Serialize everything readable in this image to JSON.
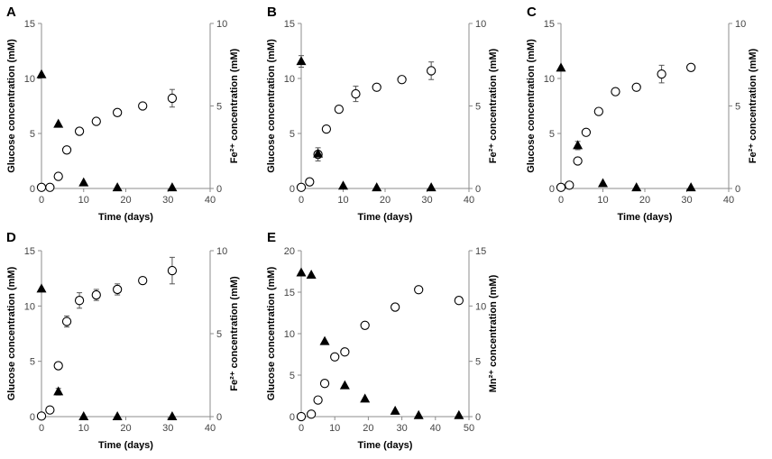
{
  "chart_data": [
    {
      "panel": "A",
      "type": "scatter",
      "xlabel": "Time (days)",
      "ylabel_left": "Glucose concentration (mM)",
      "ylabel_right": "Fe²⁺ concentration (mM)",
      "x_ticks": [
        "0",
        "10",
        "20",
        "30",
        "40"
      ],
      "y_left_ticks": [
        "0",
        "5",
        "10",
        "15"
      ],
      "y_right_ticks": [
        "0",
        "5",
        "10"
      ],
      "xlim": [
        0,
        40
      ],
      "ylim_left": [
        0,
        15
      ],
      "ylim_right": [
        0,
        10
      ],
      "series": [
        {
          "marker": "open-circle",
          "axis": "left",
          "points": [
            {
              "x": 0,
              "y": 0.1
            },
            {
              "x": 2,
              "y": 0.1
            },
            {
              "x": 4,
              "y": 1.1
            },
            {
              "x": 6,
              "y": 3.5
            },
            {
              "x": 9,
              "y": 5.2
            },
            {
              "x": 13,
              "y": 6.1
            },
            {
              "x": 18,
              "y": 6.9
            },
            {
              "x": 24,
              "y": 7.5
            },
            {
              "x": 31,
              "y": 8.2,
              "err": 0.8
            }
          ]
        },
        {
          "marker": "filled-triangle",
          "axis": "right",
          "points": [
            {
              "x": 0,
              "y": 6.9
            },
            {
              "x": 4,
              "y": 3.9
            },
            {
              "x": 10,
              "y": 0.35
            },
            {
              "x": 18,
              "y": 0.05
            },
            {
              "x": 31,
              "y": 0.05
            }
          ]
        }
      ]
    },
    {
      "panel": "B",
      "type": "scatter",
      "xlabel": "Time (days)",
      "ylabel_left": "Glucose concentration (mM)",
      "ylabel_right": "Fe²⁺ concentration (mM)",
      "x_ticks": [
        "0",
        "10",
        "20",
        "30",
        "40"
      ],
      "y_left_ticks": [
        "0",
        "5",
        "10",
        "15"
      ],
      "y_right_ticks": [
        "0",
        "5",
        "10"
      ],
      "xlim": [
        0,
        40
      ],
      "ylim_left": [
        0,
        15
      ],
      "ylim_right": [
        0,
        10
      ],
      "series": [
        {
          "marker": "open-circle",
          "axis": "left",
          "points": [
            {
              "x": 0,
              "y": 0.1
            },
            {
              "x": 2,
              "y": 0.6
            },
            {
              "x": 4,
              "y": 3.1,
              "err": 0.6
            },
            {
              "x": 6,
              "y": 5.4
            },
            {
              "x": 9,
              "y": 7.2
            },
            {
              "x": 13,
              "y": 8.6,
              "err": 0.7
            },
            {
              "x": 18,
              "y": 9.2,
              "err": 0.3
            },
            {
              "x": 24,
              "y": 9.9,
              "err": 0.3
            },
            {
              "x": 31,
              "y": 10.7,
              "err": 0.8
            }
          ]
        },
        {
          "marker": "filled-triangle",
          "axis": "right",
          "points": [
            {
              "x": 0,
              "y": 7.7,
              "err": 0.35
            },
            {
              "x": 4,
              "y": 2.1
            },
            {
              "x": 10,
              "y": 0.15
            },
            {
              "x": 18,
              "y": 0.05
            },
            {
              "x": 31,
              "y": 0.05
            }
          ]
        }
      ]
    },
    {
      "panel": "C",
      "type": "scatter",
      "xlabel": "Time (days)",
      "ylabel_left": "Glucose concentration (mM)",
      "ylabel_right": "Fe²⁺ concentration (mM)",
      "x_ticks": [
        "0",
        "10",
        "20",
        "30",
        "40"
      ],
      "y_left_ticks": [
        "0",
        "5",
        "10",
        "15"
      ],
      "y_right_ticks": [
        "0",
        "5",
        "10"
      ],
      "xlim": [
        0,
        40
      ],
      "ylim_left": [
        0,
        15
      ],
      "ylim_right": [
        0,
        10
      ],
      "series": [
        {
          "marker": "open-circle",
          "axis": "left",
          "points": [
            {
              "x": 0,
              "y": 0.1
            },
            {
              "x": 2,
              "y": 0.3
            },
            {
              "x": 4,
              "y": 2.5
            },
            {
              "x": 6,
              "y": 5.1
            },
            {
              "x": 9,
              "y": 7.0
            },
            {
              "x": 13,
              "y": 8.8
            },
            {
              "x": 18,
              "y": 9.2,
              "err": 0.3
            },
            {
              "x": 24,
              "y": 10.4,
              "err": 0.8
            },
            {
              "x": 31,
              "y": 11.0
            }
          ]
        },
        {
          "marker": "filled-triangle",
          "axis": "right",
          "points": [
            {
              "x": 0,
              "y": 7.3
            },
            {
              "x": 4,
              "y": 2.6,
              "err": 0.25
            },
            {
              "x": 10,
              "y": 0.3
            },
            {
              "x": 18,
              "y": 0.05
            },
            {
              "x": 31,
              "y": 0.05
            }
          ]
        }
      ]
    },
    {
      "panel": "D",
      "type": "scatter",
      "xlabel": "Time (days)",
      "ylabel_left": "Glucose concentration (mM)",
      "ylabel_right": "Fe²⁺ concentration (mM)",
      "x_ticks": [
        "0",
        "10",
        "20",
        "30",
        "40"
      ],
      "y_left_ticks": [
        "0",
        "5",
        "10",
        "15"
      ],
      "y_right_ticks": [
        "0",
        "5",
        "10"
      ],
      "xlim": [
        0,
        40
      ],
      "ylim_left": [
        0,
        15
      ],
      "ylim_right": [
        0,
        10
      ],
      "series": [
        {
          "marker": "open-circle",
          "axis": "left",
          "points": [
            {
              "x": 0,
              "y": 0.05
            },
            {
              "x": 2,
              "y": 0.6
            },
            {
              "x": 4,
              "y": 4.6
            },
            {
              "x": 6,
              "y": 8.6,
              "err": 0.5
            },
            {
              "x": 9,
              "y": 10.5,
              "err": 0.7
            },
            {
              "x": 13,
              "y": 11.0,
              "err": 0.5
            },
            {
              "x": 18,
              "y": 11.5,
              "err": 0.5
            },
            {
              "x": 24,
              "y": 12.3,
              "err": 0.3
            },
            {
              "x": 31,
              "y": 13.2,
              "err": 1.2
            }
          ]
        },
        {
          "marker": "filled-triangle",
          "axis": "right",
          "points": [
            {
              "x": 0,
              "y": 7.7
            },
            {
              "x": 4,
              "y": 1.5,
              "err": 0.2
            },
            {
              "x": 10,
              "y": 0.0
            },
            {
              "x": 18,
              "y": 0.0
            },
            {
              "x": 31,
              "y": 0.0
            }
          ]
        }
      ]
    },
    {
      "panel": "E",
      "type": "scatter",
      "xlabel": "Time (days)",
      "ylabel_left": "Glucose concentration (mM)",
      "ylabel_right": "Mn²⁺ concentration (mM)",
      "x_ticks": [
        "0",
        "10",
        "20",
        "30",
        "40",
        "50"
      ],
      "y_left_ticks": [
        "0",
        "5",
        "10",
        "15",
        "20"
      ],
      "y_right_ticks": [
        "0",
        "5",
        "10",
        "15"
      ],
      "xlim": [
        0,
        50
      ],
      "ylim_left": [
        0,
        20
      ],
      "ylim_right": [
        0,
        15
      ],
      "series": [
        {
          "marker": "open-circle",
          "axis": "left",
          "points": [
            {
              "x": 0,
              "y": 0.0
            },
            {
              "x": 3,
              "y": 0.3
            },
            {
              "x": 5,
              "y": 2.0
            },
            {
              "x": 7,
              "y": 4.0
            },
            {
              "x": 10,
              "y": 7.2
            },
            {
              "x": 13,
              "y": 7.8
            },
            {
              "x": 19,
              "y": 11.0
            },
            {
              "x": 28,
              "y": 13.2
            },
            {
              "x": 35,
              "y": 15.3
            },
            {
              "x": 47,
              "y": 14.0
            }
          ]
        },
        {
          "marker": "filled-triangle",
          "axis": "right",
          "points": [
            {
              "x": 0,
              "y": 13.0
            },
            {
              "x": 3,
              "y": 12.8
            },
            {
              "x": 7,
              "y": 6.8
            },
            {
              "x": 13,
              "y": 2.8
            },
            {
              "x": 19,
              "y": 1.6
            },
            {
              "x": 28,
              "y": 0.5
            },
            {
              "x": 35,
              "y": 0.1
            },
            {
              "x": 47,
              "y": 0.1
            }
          ]
        }
      ]
    }
  ]
}
